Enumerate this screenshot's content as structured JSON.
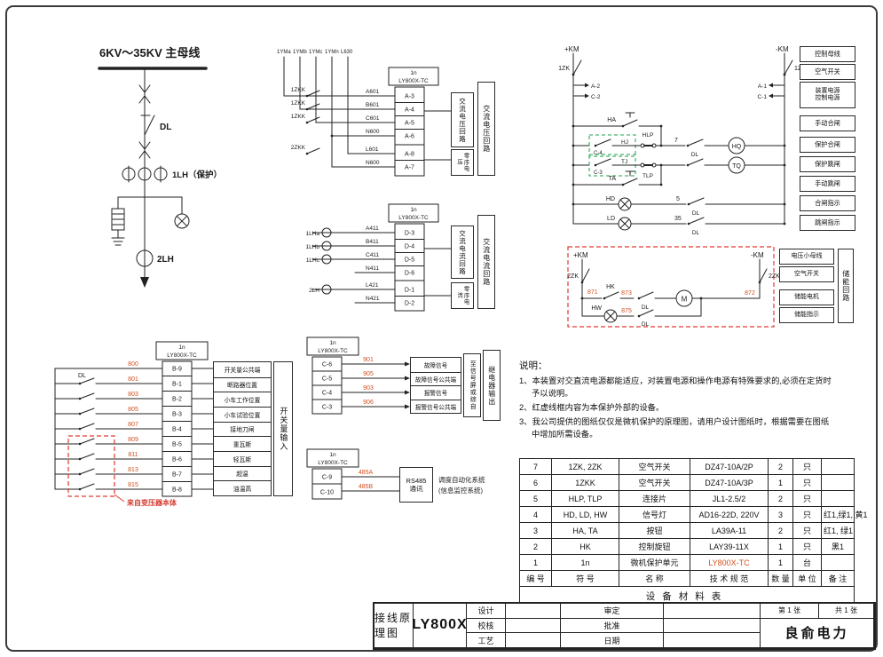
{
  "sheet": {
    "bus_label": "6KV～35KV 主母线",
    "dl": "DL",
    "ct1": "1LH（保护）",
    "ct2": "2LH"
  },
  "device": {
    "no": "1n",
    "model": "LY800X-TC"
  },
  "voltage": {
    "bus_tags": [
      "1YMa",
      "1YMb",
      "1YMc",
      "1YMn",
      "L630"
    ],
    "sw1": "1ZKK",
    "sw2": "2ZKK",
    "wires": [
      "A601",
      "B601",
      "C601",
      "N600",
      "L601",
      "N600"
    ],
    "terms": [
      "A-3",
      "A-4",
      "A-5",
      "A-6",
      "A-8",
      "A-7"
    ],
    "box_ac": "交流电压回路",
    "box_zero": "零序电压",
    "box_outer": "交流电压回路"
  },
  "current": {
    "cts": [
      "1LHa",
      "1LHb",
      "1LHc"
    ],
    "ct_zero": "2LH",
    "wires": [
      "A411",
      "B411",
      "C411",
      "N411",
      "L421",
      "N421"
    ],
    "terms": [
      "D-3",
      "D-4",
      "D-5",
      "D-6",
      "D-1",
      "D-2"
    ],
    "box_ac": "交流电流回路",
    "box_zero": "零序电流",
    "box_outer": "交流电流回路"
  },
  "inputs": {
    "dl": "DL",
    "wires": [
      "800",
      "801",
      "803",
      "805",
      "807",
      "809",
      "811",
      "813",
      "815"
    ],
    "terms": [
      "B-9",
      "B-1",
      "B-2",
      "B-3",
      "B-4",
      "B-5",
      "B-6",
      "B-7",
      "B-8"
    ],
    "labels": [
      "开关量公共端",
      "断路器位置",
      "小车工作位置",
      "小车试验位置",
      "接地刀闸",
      "重瓦斯",
      "轻瓦斯",
      "超温",
      "油温高"
    ],
    "box_outer": "开关量输入",
    "note": "来自变压器本体"
  },
  "outputs": {
    "terms": [
      "C-6",
      "C-5",
      "C-4",
      "C-3"
    ],
    "wires": [
      "901",
      "905",
      "903",
      "906"
    ],
    "labels": [
      "故障信号",
      "故障信号公共端",
      "报警信号",
      "报警信号公共端"
    ],
    "box_dest": "至信号屏或综自",
    "box_outer": "继电器输出"
  },
  "comm": {
    "terms": [
      "C-9",
      "C-10"
    ],
    "wires": [
      "485A",
      "485B"
    ],
    "box1": "RS485",
    "box2": "通讯",
    "dest1": "调度自动化系统",
    "dest2": "(信息监控系统)"
  },
  "control": {
    "pos": "+KM",
    "neg": "-KM",
    "zk": "1ZK",
    "taps_left": [
      "A-2",
      "C-2"
    ],
    "taps_right": [
      "A-1",
      "C-1"
    ],
    "ha": "HA",
    "ta": "TA",
    "hj": "HJ",
    "tj": "TJ",
    "hj_t": "C-4",
    "tj_t": "C-3",
    "hlp": "HLP",
    "tlp": "TLP",
    "hq": "HQ",
    "tq": "TQ",
    "hd": "HD",
    "ld": "LD",
    "dl": "DL",
    "n7": "7",
    "n5": "5",
    "n35": "35",
    "labels": [
      "控制母线",
      "空气开关",
      "装置电源",
      "控制电源",
      "手动合闸",
      "保护合闸",
      "保护跳闸",
      "手动跳闸",
      "合闸指示",
      "跳闸指示"
    ]
  },
  "storage": {
    "pos": "+KM",
    "neg": "-KM",
    "zk": "2ZK",
    "hk": "HK",
    "hw": "HW",
    "dl": "DL",
    "motor": "M",
    "w1": "871",
    "w2": "873",
    "w3": "872",
    "w4": "875",
    "labels": [
      "电压小母线",
      "空气开关",
      "储能电机",
      "储能指示"
    ],
    "box_outer": "储能回路"
  },
  "notes": {
    "title": "说明：",
    "items": [
      "1、本装置对交直流电源都能适应，对装置电源和操作电源有特殊要求的,必须在定货时予以说明。",
      "2、红虚线框内容为本保护外部的设备。",
      "3、我公司提供的图纸仅仅是微机保护的原理图，请用户设计图纸时，根据需要在图纸中增加所需设备。"
    ]
  },
  "bom": {
    "rows": [
      {
        "no": "7",
        "sym": "1ZK, 2ZK",
        "name": "空气开关",
        "spec": "DZ47-10A/2P",
        "qty": "2",
        "unit": "只",
        "note": ""
      },
      {
        "no": "6",
        "sym": "1ZKK",
        "name": "空气开关",
        "spec": "DZ47-10A/3P",
        "qty": "1",
        "unit": "只",
        "note": ""
      },
      {
        "no": "5",
        "sym": "HLP, TLP",
        "name": "连接片",
        "spec": "JL1-2.5/2",
        "qty": "2",
        "unit": "只",
        "note": ""
      },
      {
        "no": "4",
        "sym": "HD, LD, HW",
        "name": "信号灯",
        "spec": "AD16-22D, 220V",
        "qty": "3",
        "unit": "只",
        "note": "红1,绿1, 黄1"
      },
      {
        "no": "3",
        "sym": "HA, TA",
        "name": "按钮",
        "spec": "LA39A-11",
        "qty": "2",
        "unit": "只",
        "note": "红1, 绿1"
      },
      {
        "no": "2",
        "sym": "HK",
        "name": "控制旋钮",
        "spec": "LAY39-11X",
        "qty": "1",
        "unit": "只",
        "note": "黑1"
      },
      {
        "no": "1",
        "sym": "1n",
        "name": "微机保护单元",
        "spec": "LY800X-TC",
        "qty": "1",
        "unit": "台",
        "note": ""
      }
    ],
    "header": {
      "no": "编 号",
      "sym": "符 号",
      "name": "名  称",
      "spec": "技 术 规 范",
      "qty": "数 量",
      "unit": "单 位",
      "note": "备  注"
    },
    "footer": "设备材料表"
  },
  "titleblock": {
    "design": "设计",
    "audit": "审定",
    "check": "校核",
    "approve": "批准",
    "craft": "工艺",
    "date": "日期",
    "name": "接线原理图",
    "model": "LY800X",
    "sheet": "第 1 张",
    "total": "共 1 张",
    "company": "良俞电力"
  }
}
